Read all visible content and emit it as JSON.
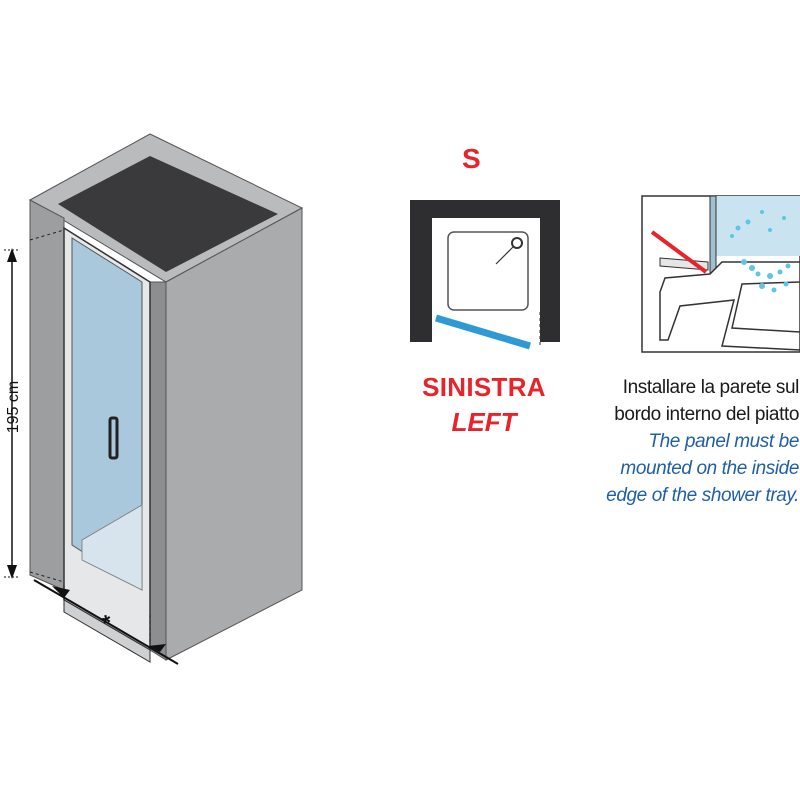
{
  "enclosure": {
    "height_label": "195 cm",
    "width_mark": "*"
  },
  "orientation": {
    "side_letter": "S",
    "side_it": "SINISTRA",
    "side_en": "LEFT"
  },
  "installation_note": {
    "it_lines": [
      "Installare la parete sul",
      "bordo interno del piatto"
    ],
    "en_lines": [
      "The panel must be",
      "mounted on the inside",
      "edge of the shower tray."
    ]
  },
  "colors": {
    "wall": "#a9abad",
    "wall_dark": "#3a3a3c",
    "glass": "#a9c8dc",
    "accent_red": "#e8232a",
    "accent_blue": "#1e5fa8",
    "panel_blue": "#2d9ad6"
  }
}
